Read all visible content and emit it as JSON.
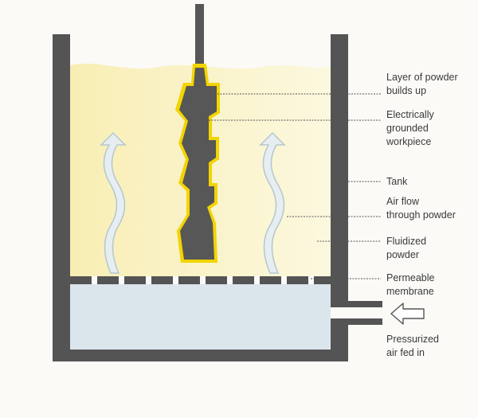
{
  "labels": {
    "powder_layer": [
      "Layer of powder",
      "builds up"
    ],
    "workpiece": [
      "Electrically",
      "grounded",
      "workpiece"
    ],
    "tank": [
      "Tank"
    ],
    "air_flow": [
      "Air flow",
      "through powder"
    ],
    "fluidized": [
      "Fluidized",
      "powder"
    ],
    "membrane": [
      "Permeable",
      "membrane"
    ],
    "pressurized_air": [
      "Pressurized",
      "air fed in"
    ]
  },
  "colors": {
    "tank_wall": "#545454",
    "powder": "#fbf3c4",
    "air_chamber": "#dbe6ec",
    "air_arrow_fill": "#e7eef1",
    "air_arrow_stroke": "#b4c7d0",
    "workpiece": "#575757",
    "powder_coating": "#f2d400",
    "leader_line": "#555555"
  }
}
